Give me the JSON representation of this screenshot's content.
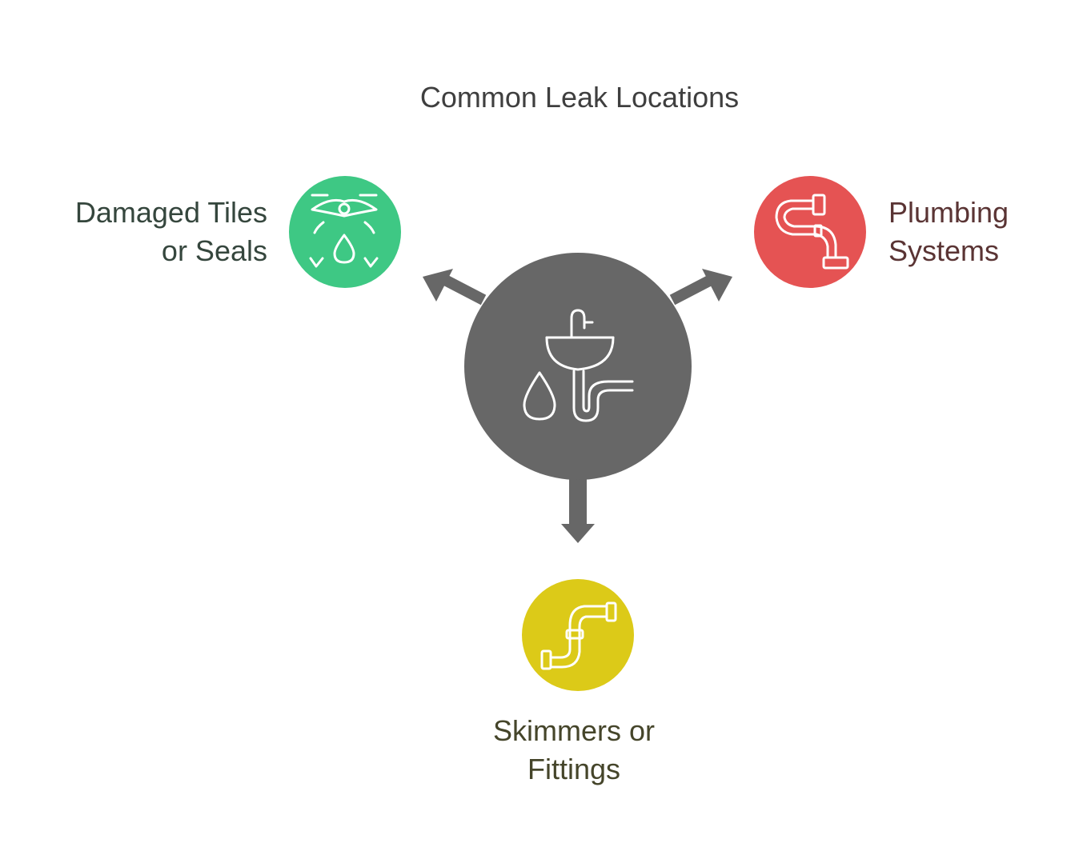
{
  "diagram": {
    "title": "Common Leak Locations",
    "center": {
      "icon": "sink-leak-icon",
      "color": "#676767"
    },
    "nodes": [
      {
        "id": "tiles",
        "lines": [
          "Damaged Tiles",
          "or Seals"
        ],
        "icon": "leak-eye-drop-icon",
        "color": "#3ec884",
        "text_color": "#35463d"
      },
      {
        "id": "plumbing",
        "lines": [
          "Plumbing",
          "Systems"
        ],
        "icon": "elbow-pipe-icon",
        "color": "#e55353",
        "text_color": "#5a3434"
      },
      {
        "id": "skimmers",
        "lines": [
          "Skimmers or",
          "Fittings"
        ],
        "icon": "pipe-fitting-icon",
        "color": "#dcca18",
        "text_color": "#45452a"
      }
    ]
  }
}
